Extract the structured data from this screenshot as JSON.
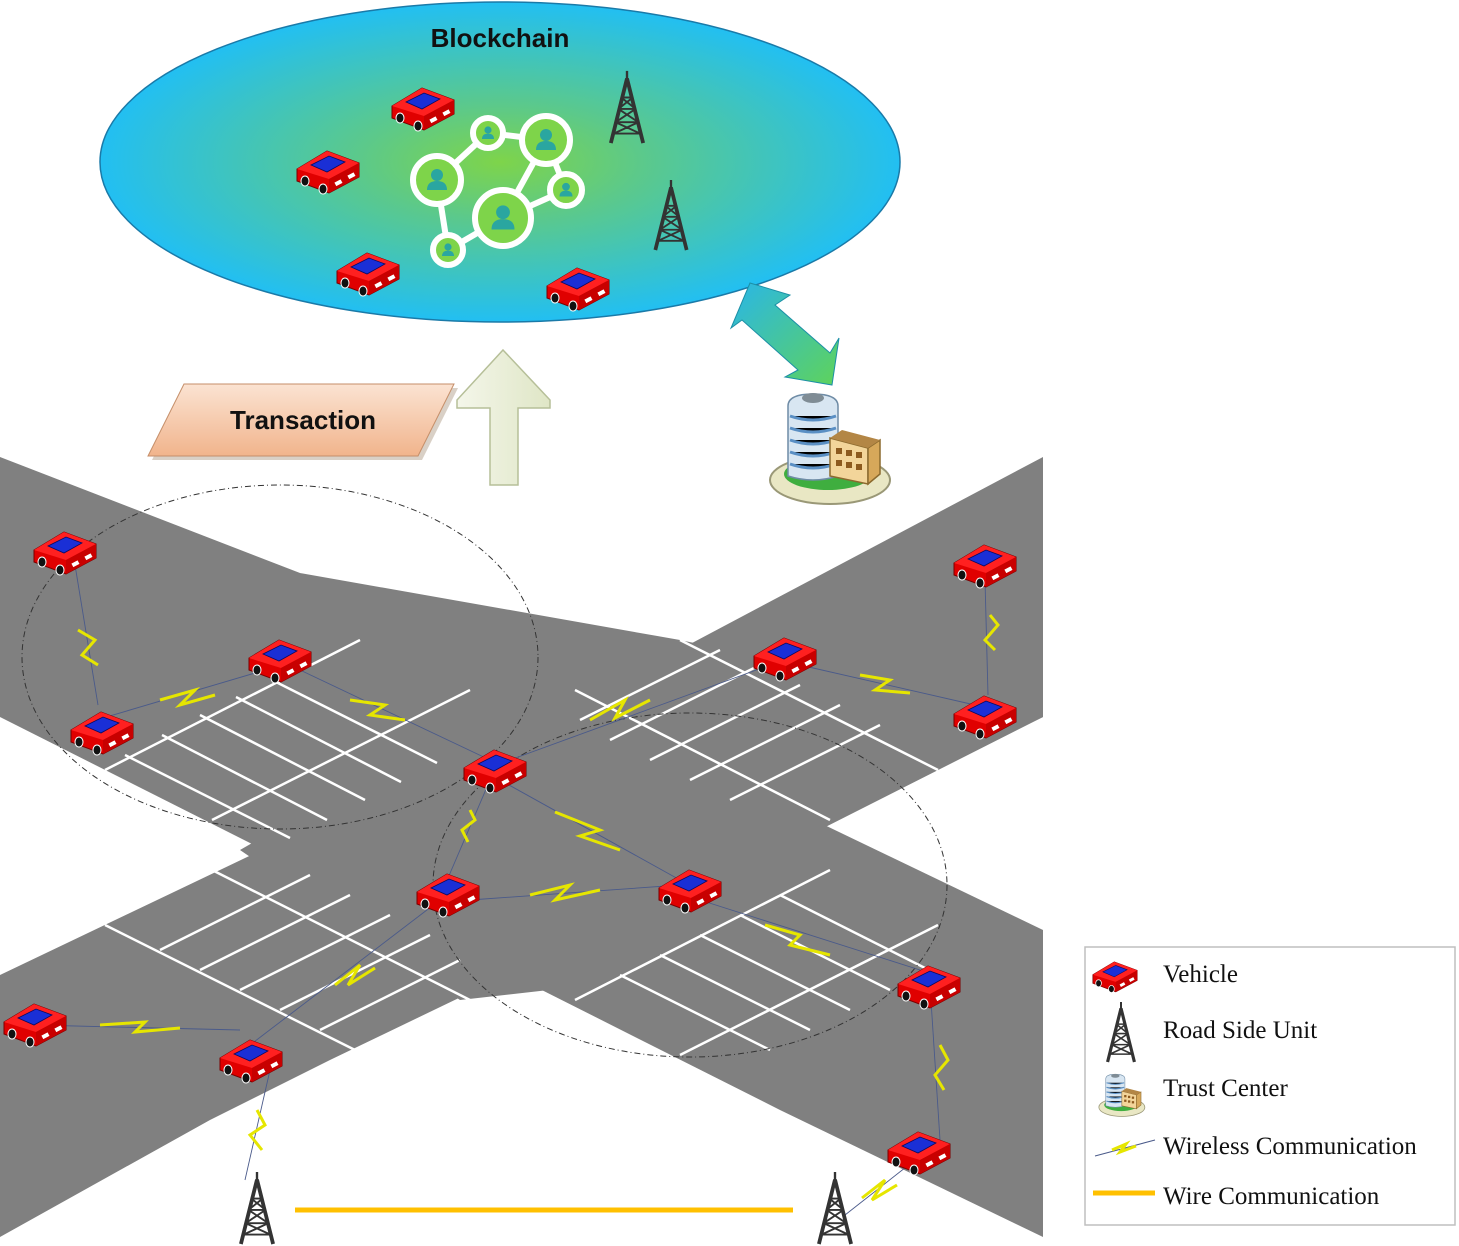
{
  "blockchain": {
    "title": "Blockchain"
  },
  "transaction": {
    "label": "Transaction"
  },
  "legend": {
    "items": [
      {
        "icon": "vehicle-icon",
        "label": "Vehicle"
      },
      {
        "icon": "road-side-unit-icon",
        "label": "Road Side Unit"
      },
      {
        "icon": "trust-center-icon",
        "label": "Trust Center"
      },
      {
        "icon": "wireless-icon",
        "label": "Wireless Communication"
      },
      {
        "icon": "wire-icon",
        "label": "Wire Communication"
      }
    ]
  },
  "colors": {
    "road": "#808080",
    "ellipse_outer": "#22bff2",
    "ellipse_inner": "#7ed44a",
    "car_body": "#ee0000",
    "car_window": "#1a2fd6",
    "wire": "#ffc000",
    "lightning": "#ffff00",
    "tower": "#3a3a3a",
    "transaction_fill": "#f6c8a8"
  }
}
